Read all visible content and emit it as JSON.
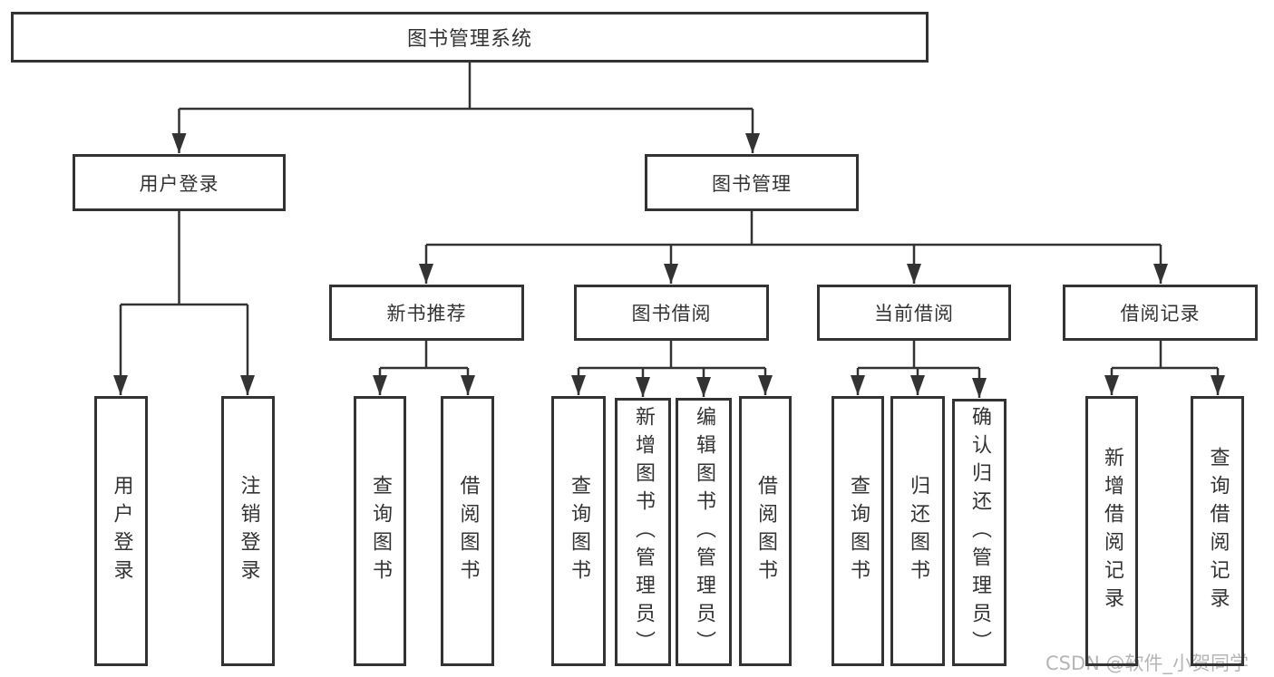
{
  "tree": {
    "root": "图书管理系统",
    "branches": [
      {
        "label": "用户登录",
        "children": [
          {
            "label": "用户登录"
          },
          {
            "label": "注销登录"
          }
        ]
      },
      {
        "label": "图书管理",
        "children": [
          {
            "label": "新书推荐",
            "children": [
              {
                "label": "查询图书"
              },
              {
                "label": "借阅图书"
              }
            ]
          },
          {
            "label": "图书借阅",
            "children": [
              {
                "label": "查询图书"
              },
              {
                "label": "新增图书（管理员）"
              },
              {
                "label": "编辑图书（管理员）"
              },
              {
                "label": "借阅图书"
              }
            ]
          },
          {
            "label": "当前借阅",
            "children": [
              {
                "label": "查询图书"
              },
              {
                "label": "归还图书"
              },
              {
                "label": "确认归还（管理员）"
              }
            ]
          },
          {
            "label": "借阅记录",
            "children": [
              {
                "label": "新增借阅记录"
              },
              {
                "label": "查询借阅记录"
              }
            ]
          }
        ]
      }
    ]
  },
  "watermark": {
    "text": "CSDN @软件_小贺同学"
  },
  "colors": {
    "line": "#333333",
    "text": "#333333",
    "watermark": "#b5b5b5",
    "background": "#ffffff"
  }
}
